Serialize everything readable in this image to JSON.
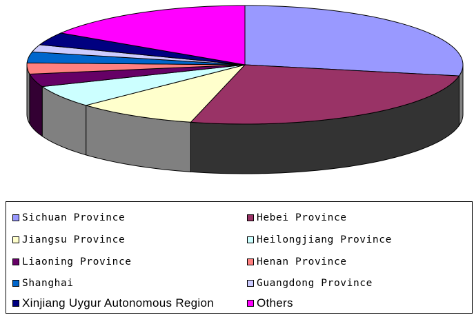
{
  "chart_data": {
    "type": "pie",
    "title": "",
    "legend_position": "bottom",
    "categories": [
      "Sichuan Province",
      "Hebei Province",
      "Jiangsu Province",
      "Heilongjiang Province",
      "Liaoning Province",
      "Henan Province",
      "Shanghai",
      "Guangdong Province",
      "Xinjiang Uygur Autonomous Region",
      "Others"
    ],
    "values": [
      28,
      26,
      9,
      6,
      3.5,
      3,
      3,
      2,
      3.5,
      16
    ],
    "colors": [
      "#9999ff",
      "#993366",
      "#ffffcc",
      "#ccffff",
      "#660066",
      "#ff8080",
      "#0066cc",
      "#ccccff",
      "#000080",
      "#ff00ff"
    ]
  }
}
